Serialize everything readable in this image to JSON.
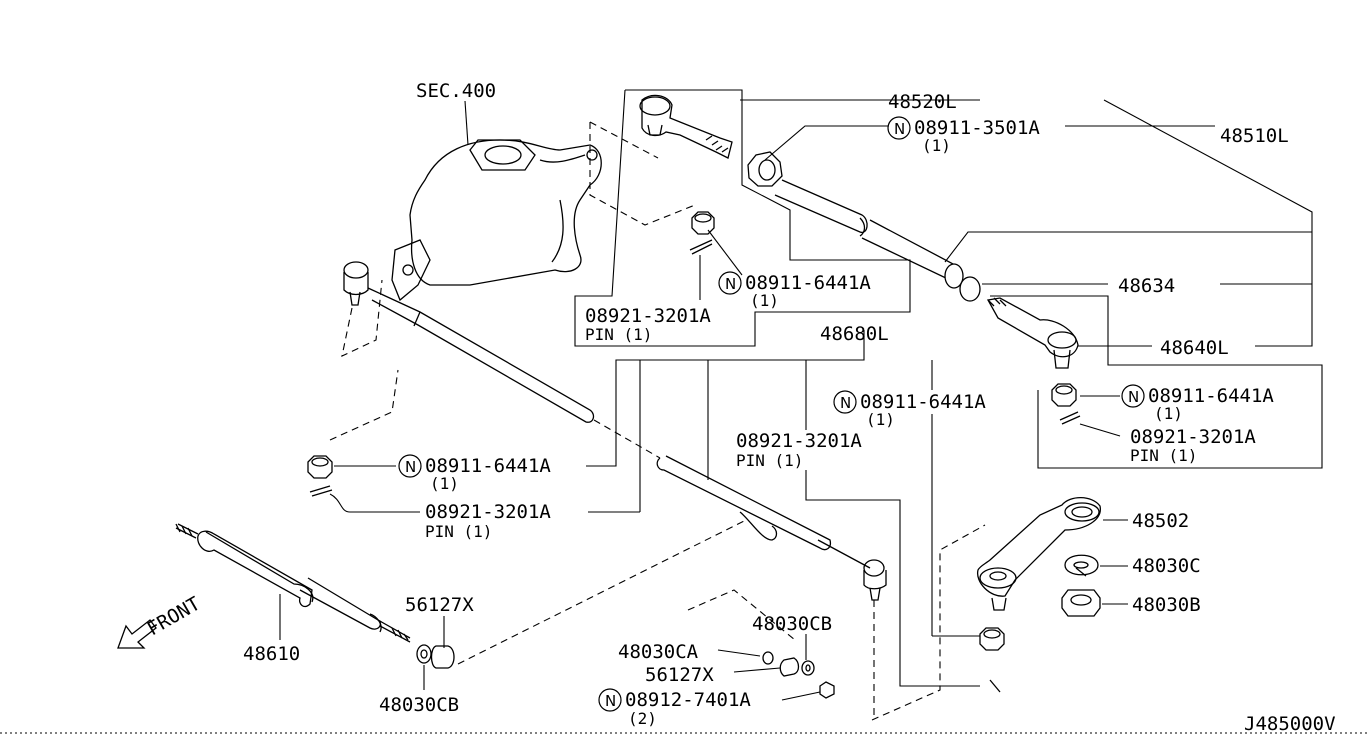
{
  "diagram_code": "J485000V",
  "sec_ref": "SEC.400",
  "front_label": "FRONT",
  "nut_marker": "N",
  "parts": {
    "p48520L": "48520L",
    "p48510L": "48510L",
    "p48634": "48634",
    "p48640L": "48640L",
    "p48680L": "48680L",
    "p48502": "48502",
    "p48030C": "48030C",
    "p48030B": "48030B",
    "p48610": "48610",
    "p56127X_a": "56127X",
    "p48030CB_a": "48030CB",
    "p48030CB_b": "48030CB",
    "p48030CA": "48030CA",
    "p56127X_b": "56127X"
  },
  "callouts": {
    "nut_3501": {
      "code": "08911-3501A",
      "qty": "(1)"
    },
    "nut_6441_box": {
      "code": "08911-6441A",
      "qty": "(1)"
    },
    "pin_box": {
      "code": "08921-3201A",
      "qty": "PIN (1)"
    },
    "nut_6441_center": {
      "code": "08911-6441A",
      "qty": "(1)"
    },
    "pin_center": {
      "code": "08921-3201A",
      "qty": "PIN (1)"
    },
    "nut_6441_right": {
      "code": "08911-6441A",
      "qty": "(1)"
    },
    "pin_right": {
      "code": "08921-3201A",
      "qty": "PIN (1)"
    },
    "nut_6441_left": {
      "code": "08911-6441A",
      "qty": "(1)"
    },
    "pin_left": {
      "code": "08921-3201A",
      "qty": "PIN (1)"
    },
    "nut_7401": {
      "code": "08912-7401A",
      "qty": "(2)"
    }
  }
}
